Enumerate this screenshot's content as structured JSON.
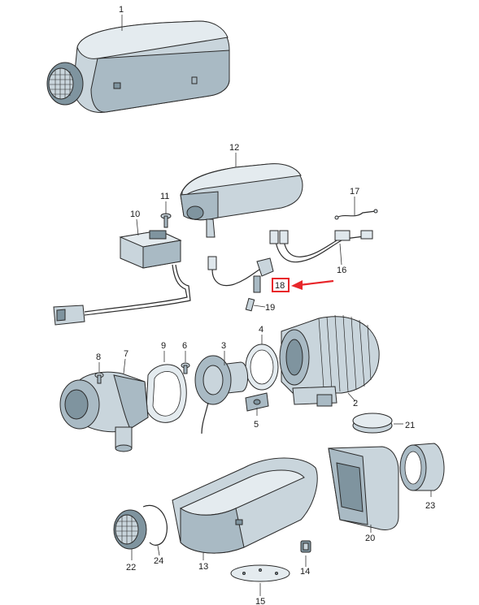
{
  "diagram": {
    "highlight_color": "#e8262a",
    "highlighted_label": "18",
    "labels": [
      {
        "id": "1",
        "text": "1"
      },
      {
        "id": "2",
        "text": "2"
      },
      {
        "id": "3",
        "text": "3"
      },
      {
        "id": "4",
        "text": "4"
      },
      {
        "id": "5",
        "text": "5"
      },
      {
        "id": "6",
        "text": "6"
      },
      {
        "id": "7",
        "text": "7"
      },
      {
        "id": "8",
        "text": "8"
      },
      {
        "id": "9",
        "text": "9"
      },
      {
        "id": "10",
        "text": "10"
      },
      {
        "id": "11",
        "text": "11"
      },
      {
        "id": "12",
        "text": "12"
      },
      {
        "id": "13",
        "text": "13"
      },
      {
        "id": "14",
        "text": "14"
      },
      {
        "id": "15",
        "text": "15"
      },
      {
        "id": "16",
        "text": "16"
      },
      {
        "id": "17",
        "text": "17"
      },
      {
        "id": "18",
        "text": "18"
      },
      {
        "id": "19",
        "text": "19"
      },
      {
        "id": "20",
        "text": "20"
      },
      {
        "id": "21",
        "text": "21"
      },
      {
        "id": "22",
        "text": "22"
      },
      {
        "id": "23",
        "text": "23"
      },
      {
        "id": "24",
        "text": "24"
      }
    ]
  }
}
